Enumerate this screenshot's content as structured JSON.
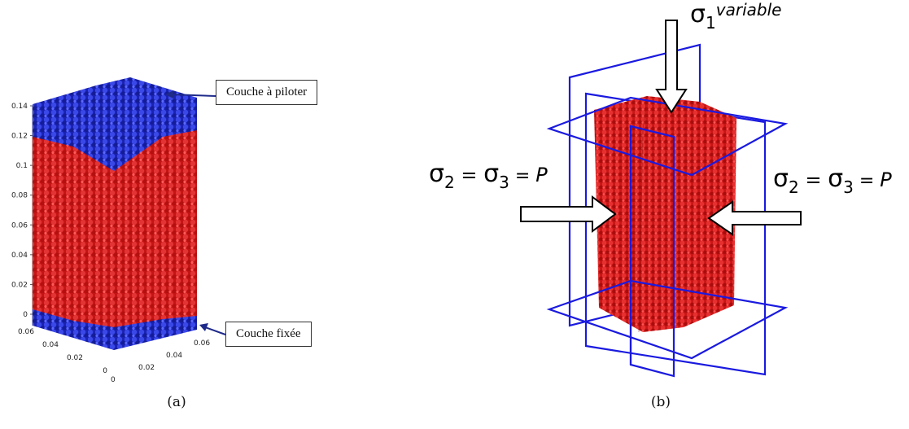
{
  "panel_a": {
    "caption": "(a)",
    "callouts": {
      "top": "Couche à piloter",
      "bottom": "Couche fixée"
    },
    "z_ticks": [
      "0.14",
      "0.12",
      "0.1",
      "0.08",
      "0.06",
      "0.04",
      "0.02",
      "0"
    ],
    "y_ticks": [
      "0.06",
      "0.04",
      "0.02",
      "0"
    ],
    "x_ticks": [
      "0",
      "0.02",
      "0.04",
      "0.06"
    ],
    "colors": {
      "particles_main": "#d21a1a",
      "particles_layer": "#1f2fc4",
      "callout_arrow": "#1e2a8a"
    }
  },
  "panel_b": {
    "caption": "(b)",
    "sigma1": {
      "symbol": "σ",
      "sub": "1",
      "text": "variable"
    },
    "left_label": {
      "s2": "σ",
      "sub2": "2",
      "eq": " = ",
      "s3": "σ",
      "sub3": "3",
      "eq2": " = ",
      "p": "P"
    },
    "right_label": {
      "s2": "σ",
      "sub2": "2",
      "eq": " = ",
      "s3": "σ",
      "sub3": "3",
      "eq2": " = ",
      "p": "P"
    },
    "colors": {
      "particles": "#d21a1a",
      "frame": "#1a1ae0"
    }
  }
}
